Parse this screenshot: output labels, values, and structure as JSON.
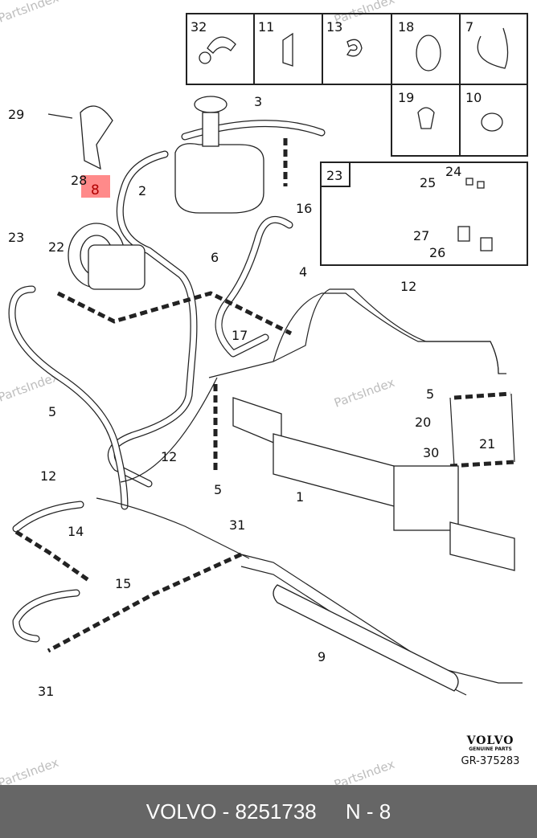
{
  "watermark": "PartsIndex",
  "highlight": {
    "part": "8",
    "color": "#ff8a8a",
    "text_color": "#b00000"
  },
  "inset_labels": [
    "32",
    "11",
    "13",
    "18",
    "7",
    "19",
    "10",
    "23"
  ],
  "callouts": [
    "3",
    "29",
    "2",
    "28",
    "16",
    "24",
    "25",
    "27",
    "26",
    "6",
    "23",
    "22",
    "4",
    "12",
    "17",
    "5",
    "5",
    "20",
    "21",
    "30",
    "12",
    "5",
    "1",
    "12",
    "14",
    "31",
    "15",
    "9",
    "31"
  ],
  "brand": {
    "logo": "VOLVO",
    "tagline": "GENUINE PARTS",
    "ref": "GR-375283"
  },
  "footer": {
    "brand": "VOLVO",
    "part_number": "8251738",
    "text": "VOLVO - 8251738     N - 8",
    "background": "#666666"
  }
}
